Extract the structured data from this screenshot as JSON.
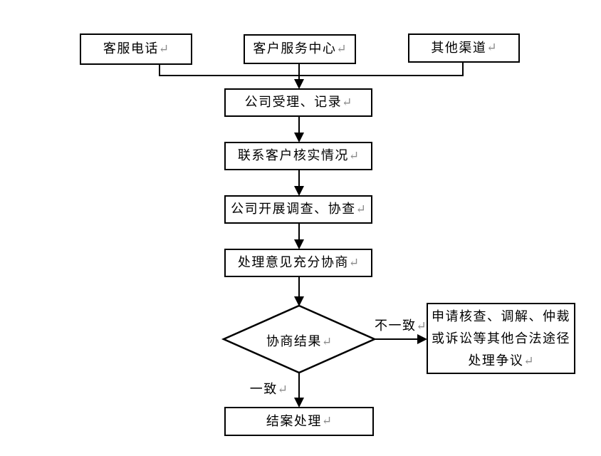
{
  "colors": {
    "line": "#000000",
    "return_mark": "#8a8a8a"
  },
  "flow": {
    "return_mark": "↵",
    "sources": [
      {
        "label": "客服电话"
      },
      {
        "label": "客户服务中心"
      },
      {
        "label": "其他渠道"
      }
    ],
    "steps": [
      {
        "label": "公司受理、记录"
      },
      {
        "label": "联系客户核实情况"
      },
      {
        "label": "公司开展调查、协查"
      },
      {
        "label": "处理意见充分协商"
      }
    ],
    "decision": {
      "label": "协商结果"
    },
    "branch_no": {
      "label": "不一致"
    },
    "branch_yes": {
      "label": "一致"
    },
    "alt_path": {
      "label": "申请核查、调解、仲裁或诉讼等其他合法途径处理争议"
    },
    "end": {
      "label": "结案处理"
    }
  }
}
